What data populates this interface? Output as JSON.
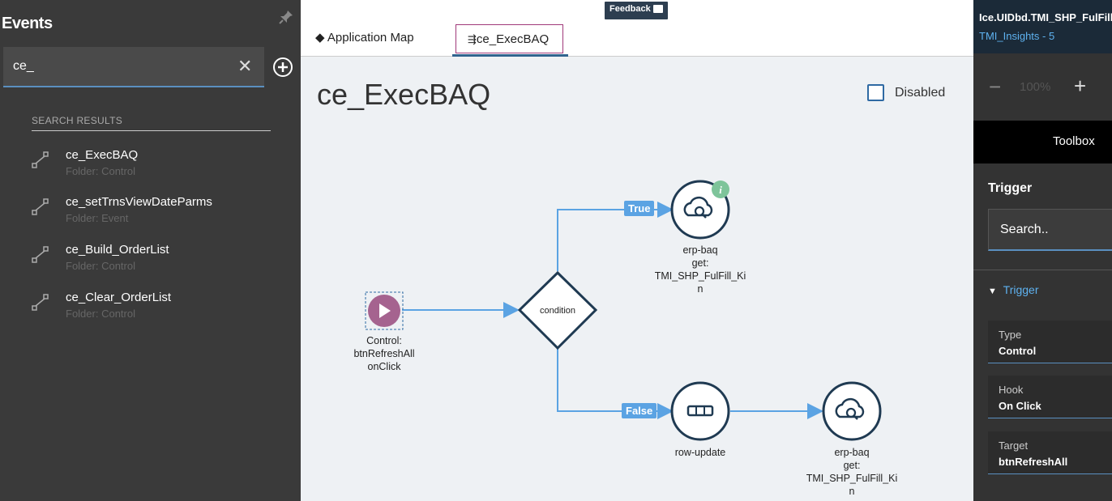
{
  "left": {
    "title": "Events",
    "search_value": "ce_",
    "search_results_label": "SEARCH RESULTS",
    "results": [
      {
        "name": "ce_ExecBAQ",
        "folder": "Folder: Control"
      },
      {
        "name": "ce_setTrnsViewDateParms",
        "folder": "Folder: Event"
      },
      {
        "name": "ce_Build_OrderList",
        "folder": "Folder: Control"
      },
      {
        "name": "ce_Clear_OrderList",
        "folder": "Folder: Control"
      }
    ]
  },
  "center": {
    "feedback": "Feedback",
    "tabs": [
      {
        "label": "Application Map"
      },
      {
        "label": "ce_ExecBAQ"
      }
    ],
    "heading": "ce_ExecBAQ",
    "disabled_label": "Disabled",
    "flow": {
      "trigger": {
        "line1": "Control:",
        "line2": "btnRefreshAll",
        "line3": "onClick"
      },
      "condition": "condition",
      "true_badge": "True",
      "false_badge": "False",
      "erp1": {
        "line1": "erp-baq",
        "line2": "get:",
        "line3": "TMI_SHP_FulFill_Ki",
        "line4": "n"
      },
      "row_update": "row-update",
      "erp2": {
        "line1": "erp-baq",
        "line2": "get:",
        "line3": "TMI_SHP_FulFill_Ki",
        "line4": "n"
      }
    }
  },
  "right": {
    "title": "Ice.UIDbd.TMI_SHP_FulFill",
    "subtitle": "TMI_Insights - 5",
    "zoom": "100%",
    "toolbox": "Toolbox",
    "trigger_heading": "Trigger",
    "search_placeholder": "Search..",
    "trigger_section": "Trigger",
    "fields": [
      {
        "key": "Type",
        "value": "Control"
      },
      {
        "key": "Hook",
        "value": "On Click"
      },
      {
        "key": "Target",
        "value": "btnRefreshAll"
      }
    ]
  }
}
